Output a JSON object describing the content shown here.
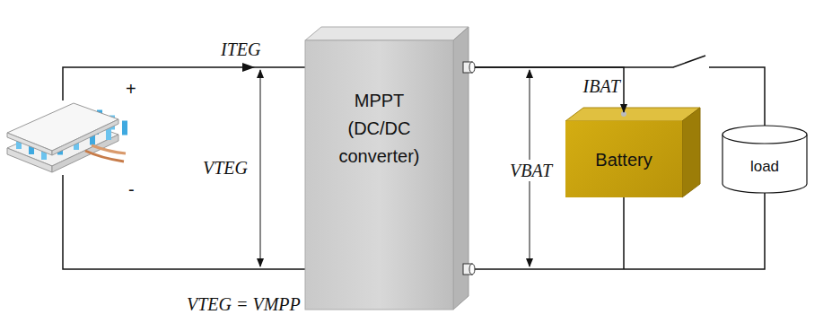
{
  "diagram": {
    "nodes": [
      {
        "text": [
          "MPPT (DC/DC converter)"
        ]
      },
      {
        "text": [
          "Battery"
        ]
      },
      {
        "text": [
          "load"
        ]
      }
    ],
    "edges": [
      {
        "from": 0,
        "to": 1,
        "arrow": "to",
        "label": "IBAT"
      },
      {
        "from": 0,
        "to": 2,
        "arrow": "none"
      }
    ],
    "labels": [
      "ITEG",
      "+",
      "VTEG",
      "-",
      "VTEG = VMPP",
      "VBAT"
    ]
  }
}
